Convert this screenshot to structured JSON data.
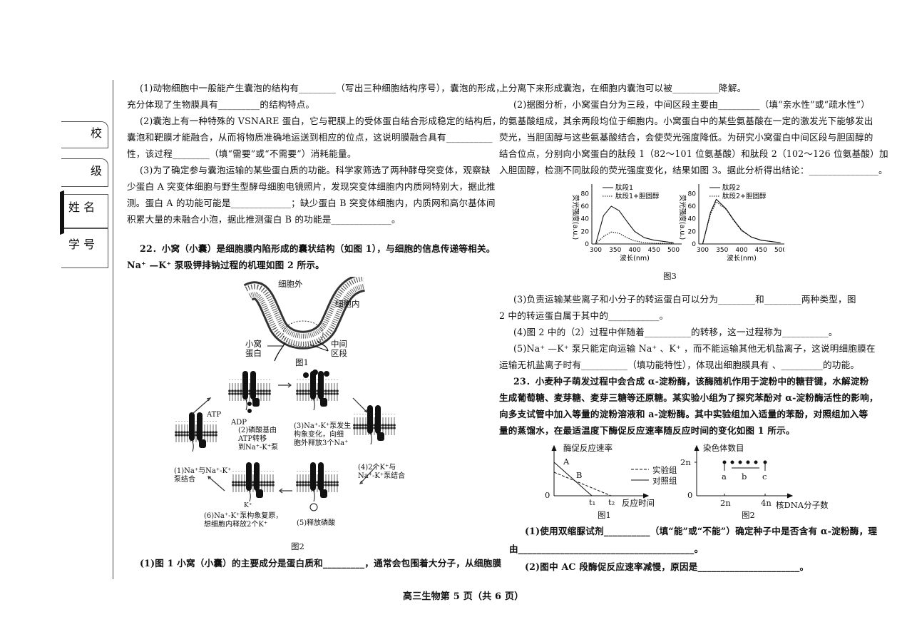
{
  "sidebar": {
    "school": "校",
    "class": "级",
    "name": "姓 名",
    "student_id": "学 号"
  },
  "left": {
    "lines": [
      "(1)动物细胞中一般能产生囊泡的结构有________（写出三种细胞结构序号），囊泡的形成，",
      "充分体现了生物膜具有_________的结构特点。",
      "(2)囊泡上有一种特殊的 VSNARE 蛋白，它与靶膜上的受体蛋白结合形成稳定的结构后，",
      "囊泡和靶膜才能融合，从而将物质准确地运送到相应的位点，这说明膜融合具有__________",
      "性，该过程________（填“需要”或“不需要”）消耗能量。",
      "(3)为了确定参与囊泡运输的某些蛋白质的功能。科学家筛选了两种酵母突变体，观察缺",
      "少蛋白 A 突变体细胞与野生型酵母细胞电镜照片，发现突变体细胞内内质网特别大，据此推",
      "测。蛋白 A 的功能可能是_____________；缺少蛋白 B 突变体细胞内，内质网和高尔基体间",
      "积累大量的未融合小泡，据此推测蛋白 B 的功能是_____________。",
      "22．小窝（小囊）是细胞膜内陷形成的囊状结构（如图 1），与细胞的信息传递等相关。",
      "Na⁺ —K⁺ 泵吸钾排钠过程的机理如图 2 所示。",
      "(1)图 1 小窝（小囊）的主要成分是蛋白质和_________，通常会包围着大分子，从细胞膜"
    ],
    "fig1": {
      "outside": "细胞外",
      "inside": "细胞内",
      "caveolin_1": "小窝",
      "caveolin_2": "蛋白",
      "mid_1": "中间",
      "mid_2": "区段",
      "caption": "图1"
    },
    "fig2": {
      "atp": "ATP",
      "adp": "ADP",
      "step1": [
        "(1)Na⁺与Na⁺-K⁺",
        "泵结合"
      ],
      "step2": [
        "(2)磷酸基由",
        "ATP转移",
        "到Na⁺-K⁺泵"
      ],
      "step3": [
        "(3)Na⁺-K⁺泵发生",
        "构象变化，向细",
        "胞外释放3个Na⁺"
      ],
      "step4": [
        "(4)2个K⁺与",
        "Na⁺-K⁺泵结合"
      ],
      "step5": [
        "(5)释放磷酸"
      ],
      "step6": [
        "(6)Na⁺-K⁺泵构象复原，",
        "想细胞内释放2个K⁺"
      ],
      "k_label": "K⁺",
      "caption": "图2"
    }
  },
  "right": {
    "lines_top": [
      "上分离下来形成囊泡，在细胞内囊泡可以被__________降解。",
      "(2)据图分析，小窝蛋白分为三段，中间区段主要由_________（填“亲水性”或“疏水性”）",
      "的氨基酸组成，其余两段均位于细胞内。小窝蛋白中的某些氨基酸在一定的激发光下能够发出",
      "荧光，当胆固醇与这些氨基酸结合，会使荧光强度降低。为研究小窝蛋白中间区段与胆固醇的",
      "结合位点，分别向小窝蛋白的肽段 1（82～101 位氨基酸）和肽段 2（102～126 位氨基酸）加",
      "入胆固醇，检测不同肽段的荧光强度变化，结果如图 3。据此分析得出结论：_______________。"
    ],
    "lines_mid": [
      "(3)负责运输某些离子和小分子的转运蛋白可以分为________和________两种类型，图",
      "2 中的转运蛋白属于其中的___________。",
      "(4)图 2 中的（2）过程中伴随着__________的转移，这一过程称为__________。",
      "(5)Na⁺ —K⁺ 泵只能定向运输 Na⁺ 、K⁺ ，而不能运输其他无机盐离子，这说明细胞膜在",
      "运输无机盐离子时有__________（填功能特性），体现出细胞膜具有 、_________的功能。",
      "23．小麦种子萌发过程中会合成 α-淀粉酶，该酶随机作用于淀粉中的糖苷键，水解淀粉",
      "生成葡萄糖、麦芽糖、麦芽三糖等还原糖。某实验小组为了探究苯酚对 α-淀粉酶活性的影响，",
      "向多支试管中加入等量的淀粉溶液和 a-淀粉酶。其中实验组加入适量的苯酚，对照组加入等",
      "量的蒸馏水，在最适温度下酶促反应速率随反应时间的变化如图 1 所示。"
    ],
    "lines_bottom": [
      "(1)使用双缩脲试剂__________（填“能”或“不能”）确定种子中是否含有 α-淀粉酶，理",
      "由______________________________________。",
      "(2)图中 AC 段酶促反应速率减慢，原因是______________________。"
    ],
    "q23_fig1": {
      "ylabel": "酶促反应速率",
      "a": "A",
      "b": "B",
      "origin": "0",
      "t1": "t₁",
      "t2": "t₂",
      "xlabel": "反应时间",
      "legend_exp": "实验组",
      "legend_ctrl": "对照组",
      "caption": "图1"
    },
    "q23_fig2": {
      "ylabel": "染色体数目",
      "y2n": "2n",
      "origin": "0",
      "x2n": "2n",
      "x4n": "4n",
      "xlabel": "核DNA分子数",
      "a": "a",
      "b": "b",
      "c": "c",
      "caption": "图2"
    }
  },
  "chart_data": {
    "type": "line",
    "title": "图3",
    "charts": [
      {
        "ylabel": "荧光强度(a.u.)",
        "xlabel": "波长(nm)",
        "xlim": [
          290,
          510
        ],
        "ylim": [
          0,
          85
        ],
        "xticks": [
          "300",
          "350",
          "400",
          "450",
          "500"
        ],
        "yticks": [
          "0",
          "20",
          "40",
          "60",
          "80"
        ],
        "x": [
          300,
          320,
          340,
          360,
          380,
          400,
          425,
          450,
          500
        ],
        "series": [
          {
            "name": "肽段1",
            "style": "solid",
            "values": [
              0,
              45,
              60,
              53,
              36,
              20,
              10,
              6,
              2
            ]
          },
          {
            "name": "肽段1+胆固醇",
            "style": "dotted",
            "values": [
              0,
              12,
              19,
              17,
              10,
              5,
              2,
              1,
              1
            ]
          }
        ]
      },
      {
        "ylabel": "荧光强度(a.u.)",
        "xlabel": "波长(nm)",
        "xlim": [
          290,
          510
        ],
        "ylim": [
          0,
          85
        ],
        "xticks": [
          "300",
          "350",
          "400",
          "450",
          "500"
        ],
        "yticks": [
          "0",
          "20",
          "40",
          "60",
          "80"
        ],
        "x": [
          300,
          320,
          335,
          360,
          380,
          400,
          425,
          450,
          500
        ],
        "series": [
          {
            "name": "肽段2",
            "style": "solid",
            "values": [
              0,
              50,
              71,
              56,
              38,
              22,
              11,
              6,
              2
            ]
          },
          {
            "name": "肽段2+胆固醇",
            "style": "dotted",
            "values": [
              0,
              47,
              67,
              55,
              37,
              21,
              11,
              6,
              2
            ]
          }
        ]
      }
    ]
  },
  "footer": {
    "page": "高三生物第 5 页（共 6 页）"
  }
}
